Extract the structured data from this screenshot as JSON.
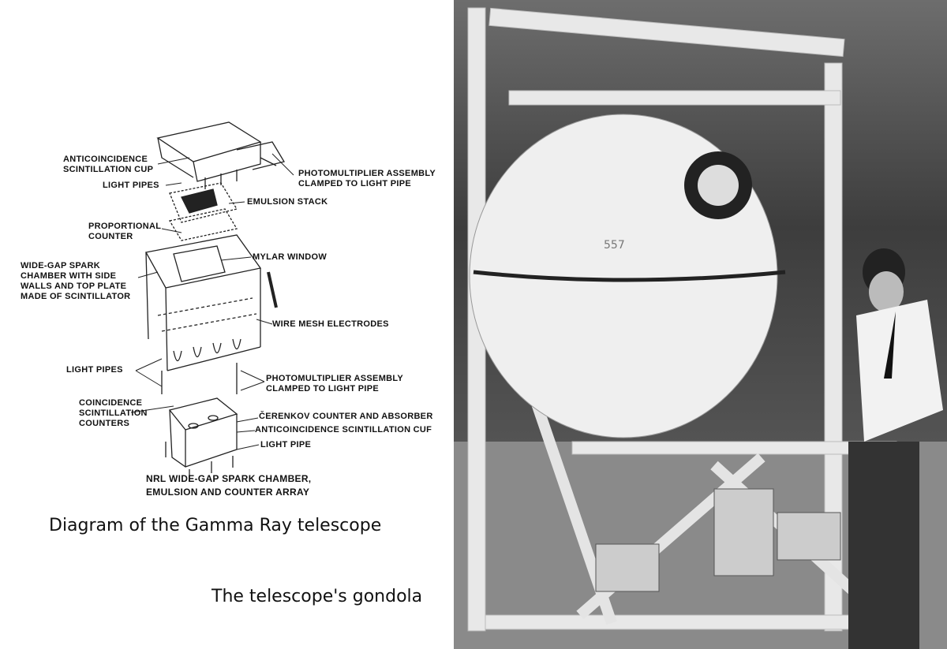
{
  "diagram": {
    "labels": {
      "anticoincidence_cup": "ANTICOINCIDENCE\nSCINTILLATION CUP",
      "light_pipes_top": "LIGHT PIPES",
      "photomultiplier_top": "PHOTOMULTIPLIER ASSEMBLY\nCLAMPED TO LIGHT PIPE",
      "emulsion_stack": "EMULSION STACK",
      "proportional_counter": "PROPORTIONAL\nCOUNTER",
      "mylar_window": "MYLAR WINDOW",
      "spark_chamber": "WIDE-GAP SPARK\nCHAMBER WITH SIDE\nWALLS AND TOP PLATE\nMADE OF SCINTILLATOR",
      "wire_mesh": "WIRE MESH ELECTRODES",
      "light_pipes_mid": "LIGHT PIPES",
      "photomultiplier_mid": "PHOTOMULTIPLIER ASSEMBLY\nCLAMPED TO LIGHT PIPE",
      "coincidence_counters": "COINCIDENCE\nSCINTILLATION\nCOUNTERS",
      "cerenkov": "ČERENKOV COUNTER AND ABSORBER",
      "anticoincidence_cup_bottom": "ANTICOINCIDENCE SCINTILLATION CUF",
      "light_pipe_bottom": "LIGHT PIPE",
      "title": "NRL WIDE-GAP SPARK CHAMBER,\nEMULSION AND COUNTER ARRAY"
    },
    "caption": "Diagram of the Gamma Ray telescope"
  },
  "photo": {
    "caption": "The telescope's gondola",
    "sphere_marking": "557"
  }
}
